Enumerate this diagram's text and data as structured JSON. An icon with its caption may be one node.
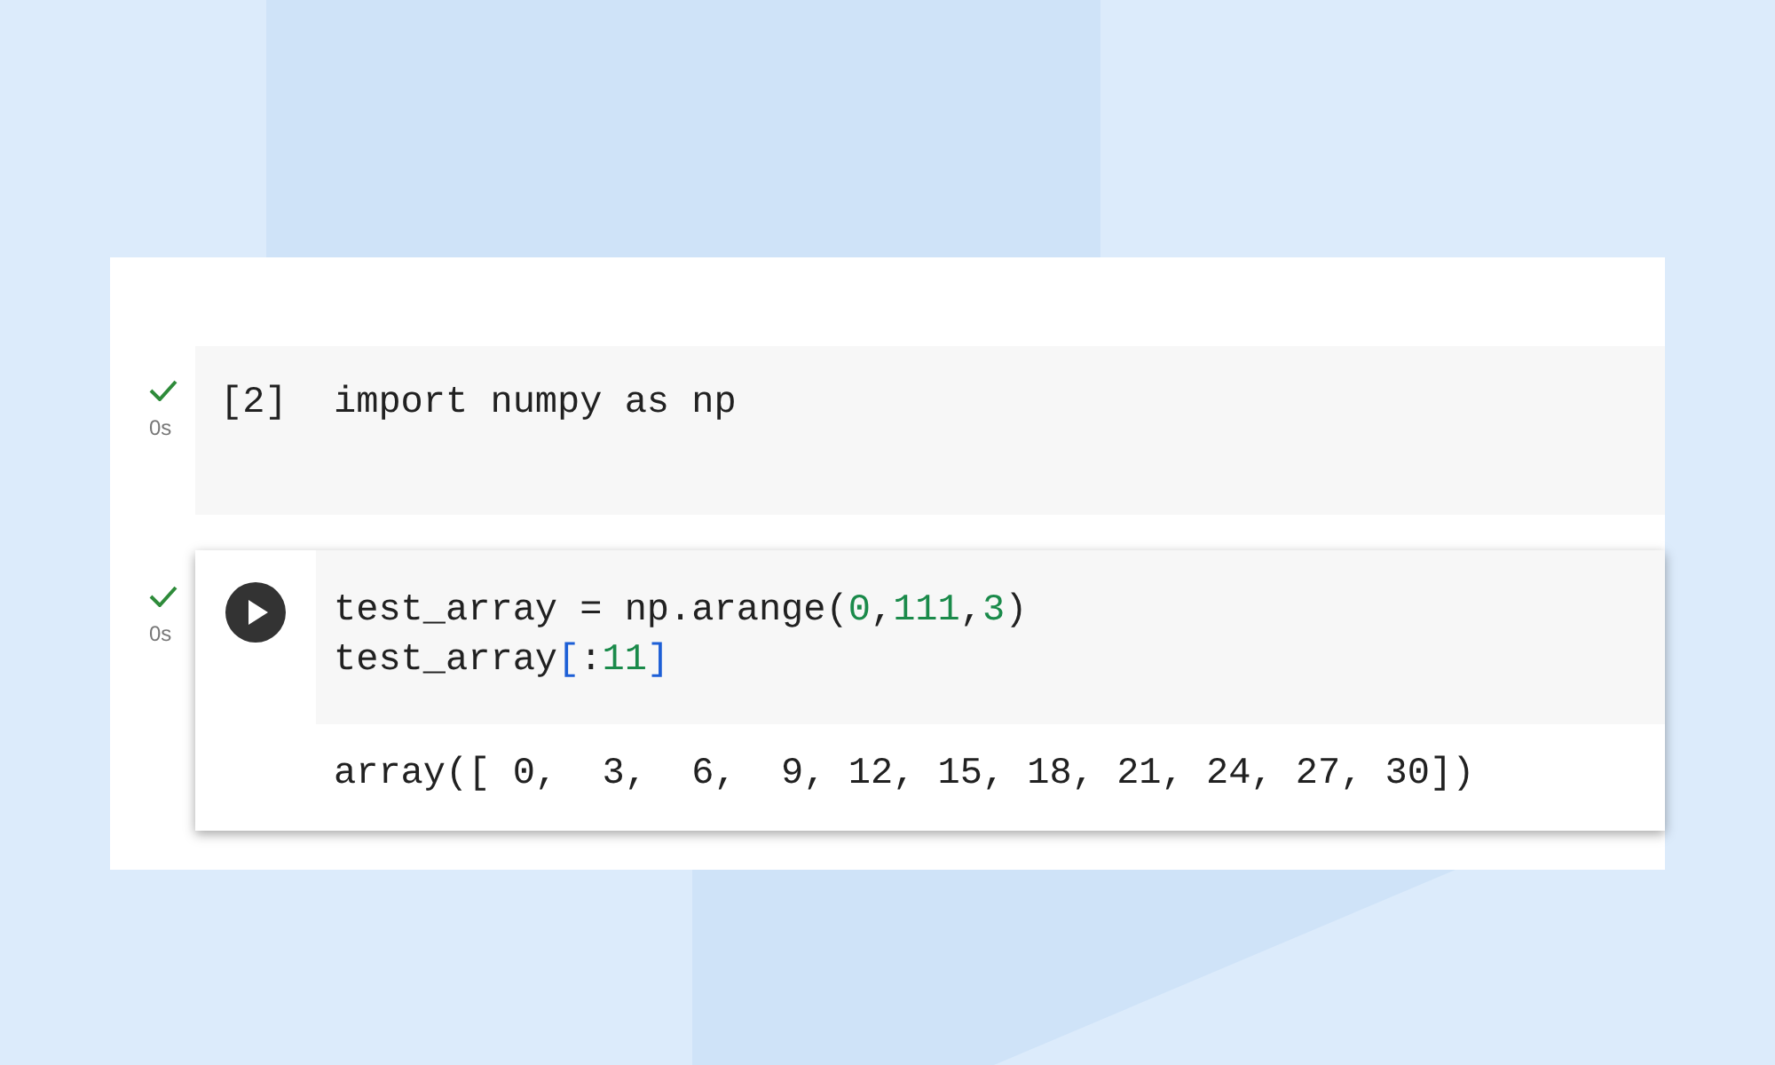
{
  "diagram": {
    "labels": [
      "0s",
      "[2]",
      "import numpy as np",
      "0s",
      "test_array = np.arange(0,111,3)",
      "test_array[:11]",
      "array([ 0,  3,  6,  9, 12, 15, 18, 21, 24, 27, 30])"
    ]
  }
}
